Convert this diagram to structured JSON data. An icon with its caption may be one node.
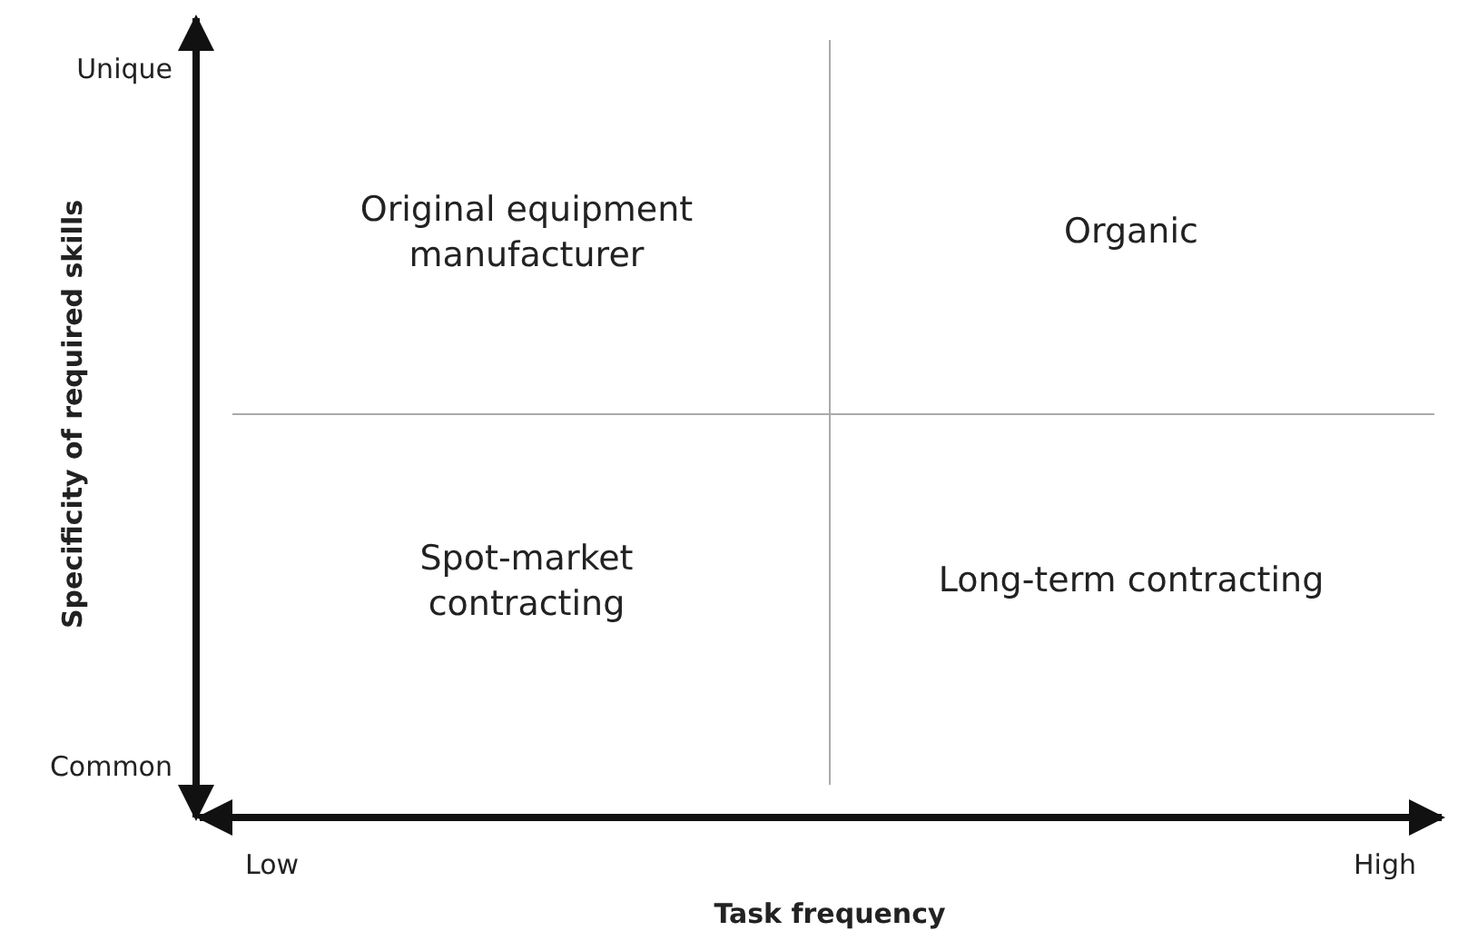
{
  "diagram": {
    "labels": [
      "Unique",
      "Specificity of required skills",
      "Original equipment manufacturer",
      "Organic",
      "Spot-market contracting",
      "Long-term contracting",
      "Common",
      "Low",
      "High",
      "Task frequency"
    ]
  }
}
